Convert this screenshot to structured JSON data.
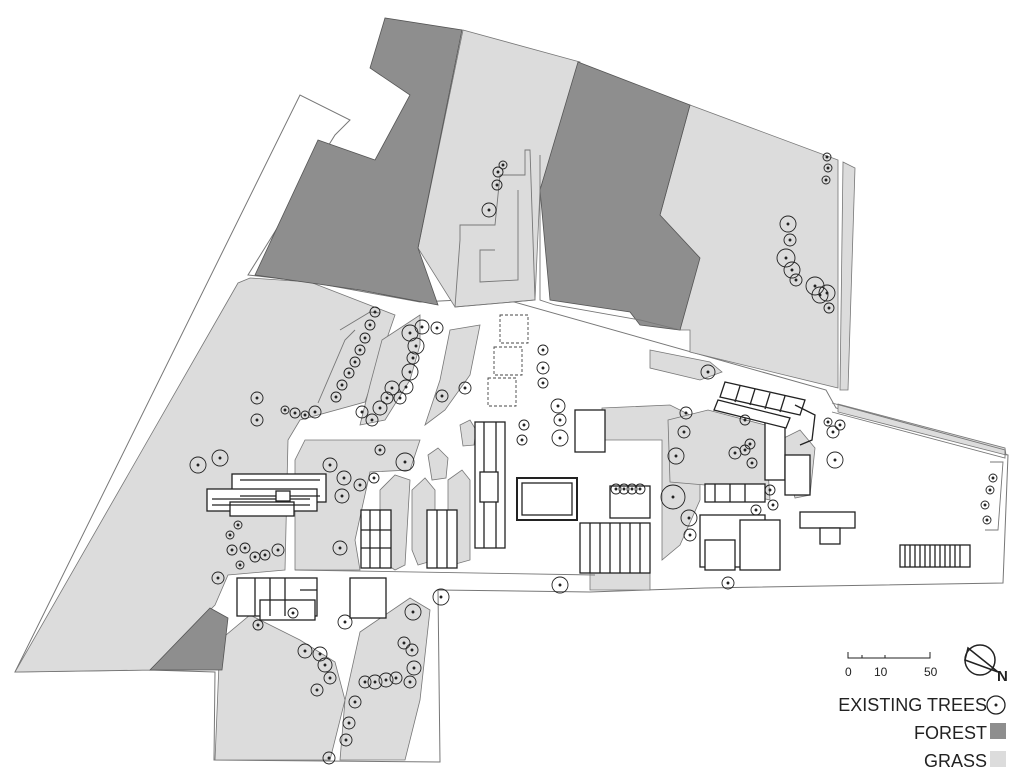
{
  "scale_bar": {
    "ticks": [
      "0",
      "10",
      "50"
    ]
  },
  "north_arrow": {
    "label": "N"
  },
  "legend": {
    "items": [
      {
        "label": "EXISTING TREES",
        "symbol": "tree-circle-icon"
      },
      {
        "label": "FOREST",
        "symbol": "forest-swatch",
        "color": "#8e8e8e"
      },
      {
        "label": "GRASS",
        "symbol": "grass-swatch",
        "color": "#dcdcdc"
      }
    ]
  },
  "colors": {
    "forest": "#8e8e8e",
    "grass": "#dcdcdc",
    "outline": "#222222",
    "background": "#ffffff"
  }
}
